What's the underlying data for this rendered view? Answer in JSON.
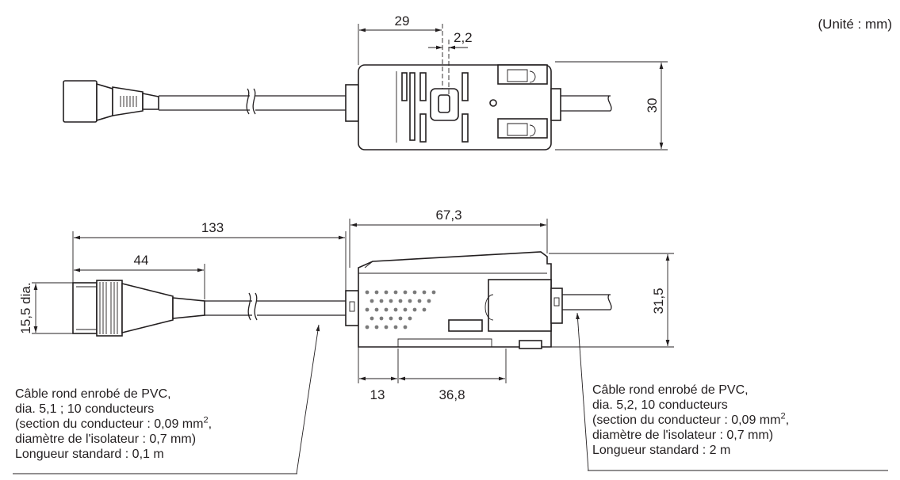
{
  "unit_label": "(Unité : mm)",
  "top_view": {
    "dim_width": "29",
    "dim_slot": "2,2",
    "dim_height": "30"
  },
  "side_view": {
    "dim_cable_length": "133",
    "dim_connector_length": "44",
    "dim_connector_dia": "15,5 dia.",
    "dim_body_length": "67,3",
    "dim_body_height": "31,5",
    "dim_foot_offset": "13",
    "dim_foot_spacing": "36,8"
  },
  "notes": {
    "left": {
      "line1": "Câble rond enrobé de PVC,",
      "line2": "dia. 5,1 ; 10 conducteurs",
      "line3_pre": "(section du conducteur : 0,09 mm",
      "line3_sup": "2",
      "line3_post": ",",
      "line4": "diamètre de l'isolateur : 0,7 mm)",
      "line5": "Longueur standard : 0,1 m"
    },
    "right": {
      "line1": "Câble rond enrobé de PVC,",
      "line2": "dia. 5,2, 10 conducteurs",
      "line3_pre": "(section du conducteur : 0,09 mm",
      "line3_sup": "2",
      "line3_post": ",",
      "line4": "diamètre de l'isolateur : 0,7 mm)",
      "line5": "Longueur standard : 2 m"
    }
  }
}
